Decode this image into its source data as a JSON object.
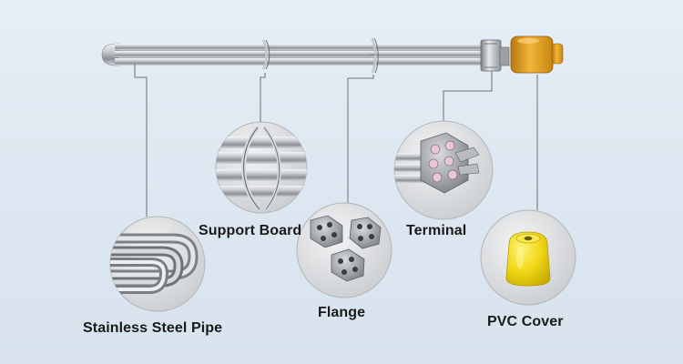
{
  "labels": {
    "stainless_steel_pipe": "Stainless Steel Pipe",
    "support_board": "Support Board",
    "flange": "Flange",
    "terminal": "Terminal",
    "pvc_cover": "PVC Cover"
  },
  "colors": {
    "background": "#e2ebf4",
    "steel": "#b9bcc0",
    "brass_cap": "#e2a21c",
    "leader_line": "#8a8a8a",
    "pvc_yellow": "#f2dc1e"
  }
}
